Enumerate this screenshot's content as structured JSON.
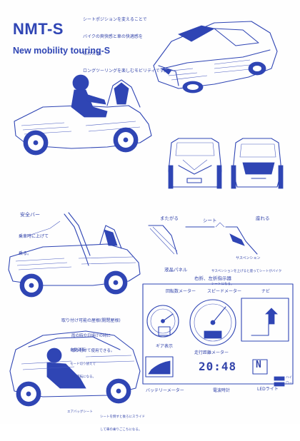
{
  "header": {
    "title": "NMT-S",
    "subtitle": "New mobility touring-S",
    "concept_lines": [
      "シートポジションを変えることで",
      "バイクの爽快感と車の快適感を",
      "味わえる。",
      "ロングツーリングを楽しむモビリティです。"
    ]
  },
  "safety": {
    "bar_label": "安全バー",
    "bar_note_lines": [
      "乗車時に上げて",
      "乗る。"
    ]
  },
  "seat": {
    "straddle_label": "またがる",
    "seat_label": "シート",
    "sit_label": "座れる",
    "suspension_label": "サスペンション",
    "suspension_note_lines": [
      "サスペンションを上げると座ってシートがバイク",
      "シートになる。"
    ]
  },
  "dashboard": {
    "lcd_label": "液晶パネル",
    "turn_label": "右折、左折指示器",
    "tacho_label": "回転数メーター",
    "speedo_label": "スピードメーター",
    "nav_label": "ナビ",
    "temp_label": "ギア表示",
    "trip_label": "走行距離メーター",
    "battery_label": "バッテリーメーター",
    "clock_label": "電波時計",
    "clock_value": "20:48",
    "gear_value": "N",
    "led_label": "LEDライト",
    "lamp_labels": [
      "ハイ",
      "ロー"
    ]
  },
  "canopy": {
    "roof_label": "取り付け可能の屋根(開閉屋根)",
    "roof_note_lines": [
      "雨の時や日焼けの時に",
      "取り付けて使用できる。"
    ],
    "auto_label": "自動運転",
    "auto_note_lines": [
      "モード切り替えで",
      "自動運転になる。"
    ],
    "seat_bottom_label": "エアバッグシート",
    "seat_bottom_note_lines": [
      "シートを倒すと後ろにスライド",
      "して車の乗りごこちになる。"
    ]
  }
}
